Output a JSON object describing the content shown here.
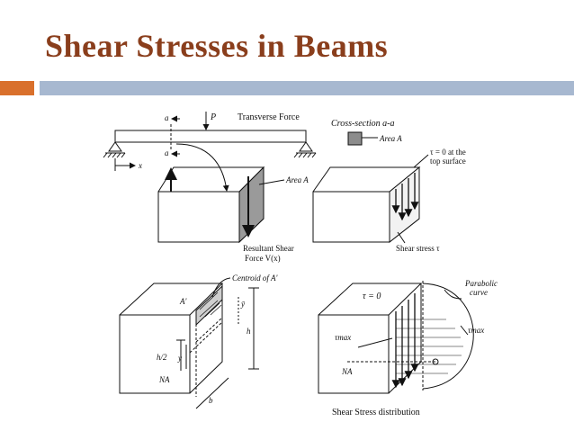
{
  "title": "Shear Stresses in Beams",
  "colors": {
    "title": "#8a3e1c",
    "accent_orange": "#d9702c",
    "accent_blue": "#a7b8d0"
  },
  "panel_top_left": {
    "label_a_top": "a",
    "label_a_bottom": "a",
    "label_p": "P",
    "label_transverse_force": "Transverse Force",
    "label_x": "x",
    "label_area": "Area A",
    "label_resultant_1": "Resultant Shear",
    "label_resultant_2": "Force V(x)"
  },
  "panel_top_right": {
    "label_cross_section": "Cross-section a-a",
    "label_area": "Area A",
    "label_tau_top_1": "τ = 0 at the",
    "label_tau_top_2": "top surface",
    "label_shear_stress": "Shear stress τ"
  },
  "panel_bottom_left": {
    "label_centroid": "Centroid of A'",
    "label_a_prime": "A'",
    "label_ybar": "ȳ",
    "label_h": "h",
    "label_h2": "h/2",
    "label_y": "y",
    "label_na": "NA",
    "label_b": "b"
  },
  "panel_bottom_right": {
    "label_tau_zero": "τ = 0",
    "label_parabolic_1": "Parabolic",
    "label_parabolic_2": "curve",
    "label_tau_max_left": "τmax",
    "label_tau_max_right": "τmax",
    "label_na": "NA",
    "label_distribution": "Shear Stress distribution"
  }
}
